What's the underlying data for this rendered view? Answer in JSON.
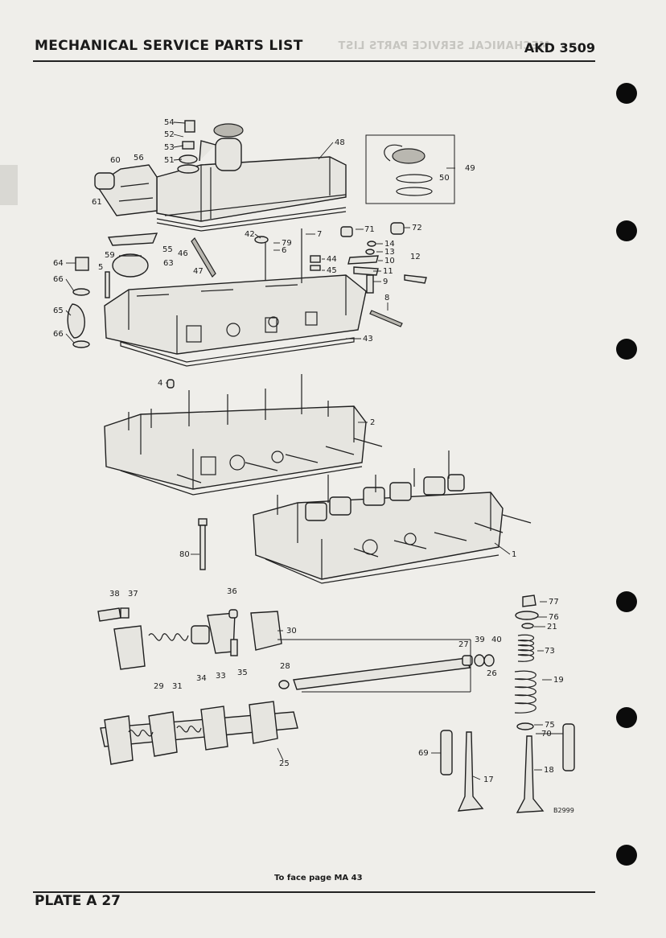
{
  "header": {
    "title": "MECHANICAL SERVICE PARTS LIST",
    "code": "AKD 3509"
  },
  "footer": {
    "plate": "PLATE A 27",
    "facing_note": "To face page MA 43"
  },
  "drawing_ref": "B2999",
  "part_numbers": {
    "p1": "1",
    "p2": "2",
    "p4": "4",
    "p5": "5",
    "p6": "6",
    "p7": "7",
    "p8": "8",
    "p9": "9",
    "p10": "10",
    "p11": "11",
    "p12": "12",
    "p13": "13",
    "p14": "14",
    "p17": "17",
    "p18": "18",
    "p19": "19",
    "p21": "21",
    "p25": "25",
    "p26": "26",
    "p27": "27",
    "p28": "28",
    "p29": "29",
    "p30": "30",
    "p31": "31",
    "p33": "33",
    "p34": "34",
    "p35": "35",
    "p36": "36",
    "p37": "37",
    "p38": "38",
    "p39": "39",
    "p40": "40",
    "p42": "42",
    "p43": "43",
    "p44": "44",
    "p45": "45",
    "p46": "46",
    "p47": "47",
    "p48": "48",
    "p49": "49",
    "p50": "50",
    "p51": "51",
    "p52": "52",
    "p53": "53",
    "p54": "54",
    "p55": "55",
    "p56": "56",
    "p59": "59",
    "p60": "60",
    "p61": "61",
    "p63": "63",
    "p64": "64",
    "p65": "65",
    "p66a": "66",
    "p66b": "66",
    "p69": "69",
    "p70": "70",
    "p71": "71",
    "p72": "72",
    "p73": "73",
    "p75": "75",
    "p76": "76",
    "p77": "77",
    "p79": "79",
    "p80": "80"
  }
}
